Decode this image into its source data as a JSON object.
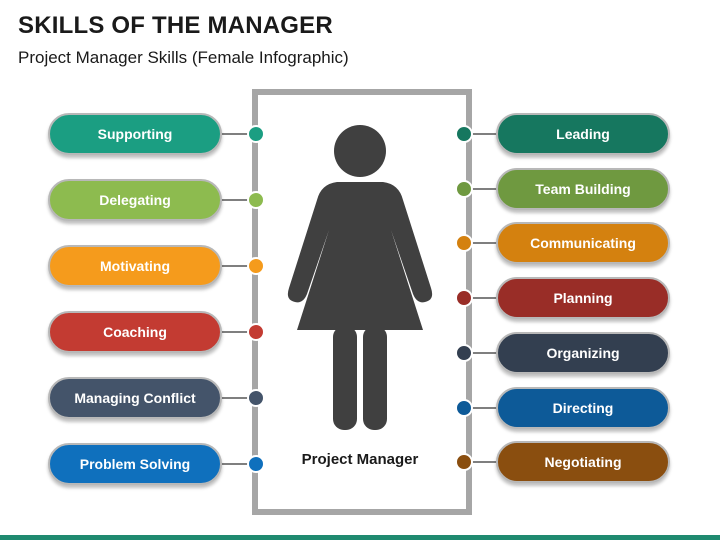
{
  "title": "SKILLS OF THE MANAGER",
  "subtitle": "Project Manager Skills (Female Infographic)",
  "center": {
    "label": "Project Manager",
    "icon": "woman-icon",
    "color": "#404040"
  },
  "left_items": [
    {
      "label": "Supporting",
      "color": "#1b9e82"
    },
    {
      "label": "Delegating",
      "color": "#8dbb4f"
    },
    {
      "label": "Motivating",
      "color": "#f59b1c"
    },
    {
      "label": "Coaching",
      "color": "#c33b32"
    },
    {
      "label": "Managing Conflict",
      "color": "#44546a"
    },
    {
      "label": "Problem Solving",
      "color": "#0f70bd"
    }
  ],
  "right_items": [
    {
      "label": "Leading",
      "color": "#16775f"
    },
    {
      "label": "Team Building",
      "color": "#6f9940"
    },
    {
      "label": "Communicating",
      "color": "#d4810f"
    },
    {
      "label": "Planning",
      "color": "#992d27"
    },
    {
      "label": "Organizing",
      "color": "#333f50"
    },
    {
      "label": "Directing",
      "color": "#0d5a98"
    },
    {
      "label": "Negotiating",
      "color": "#8a4e0f"
    }
  ],
  "footer_color": "#1f8a70"
}
